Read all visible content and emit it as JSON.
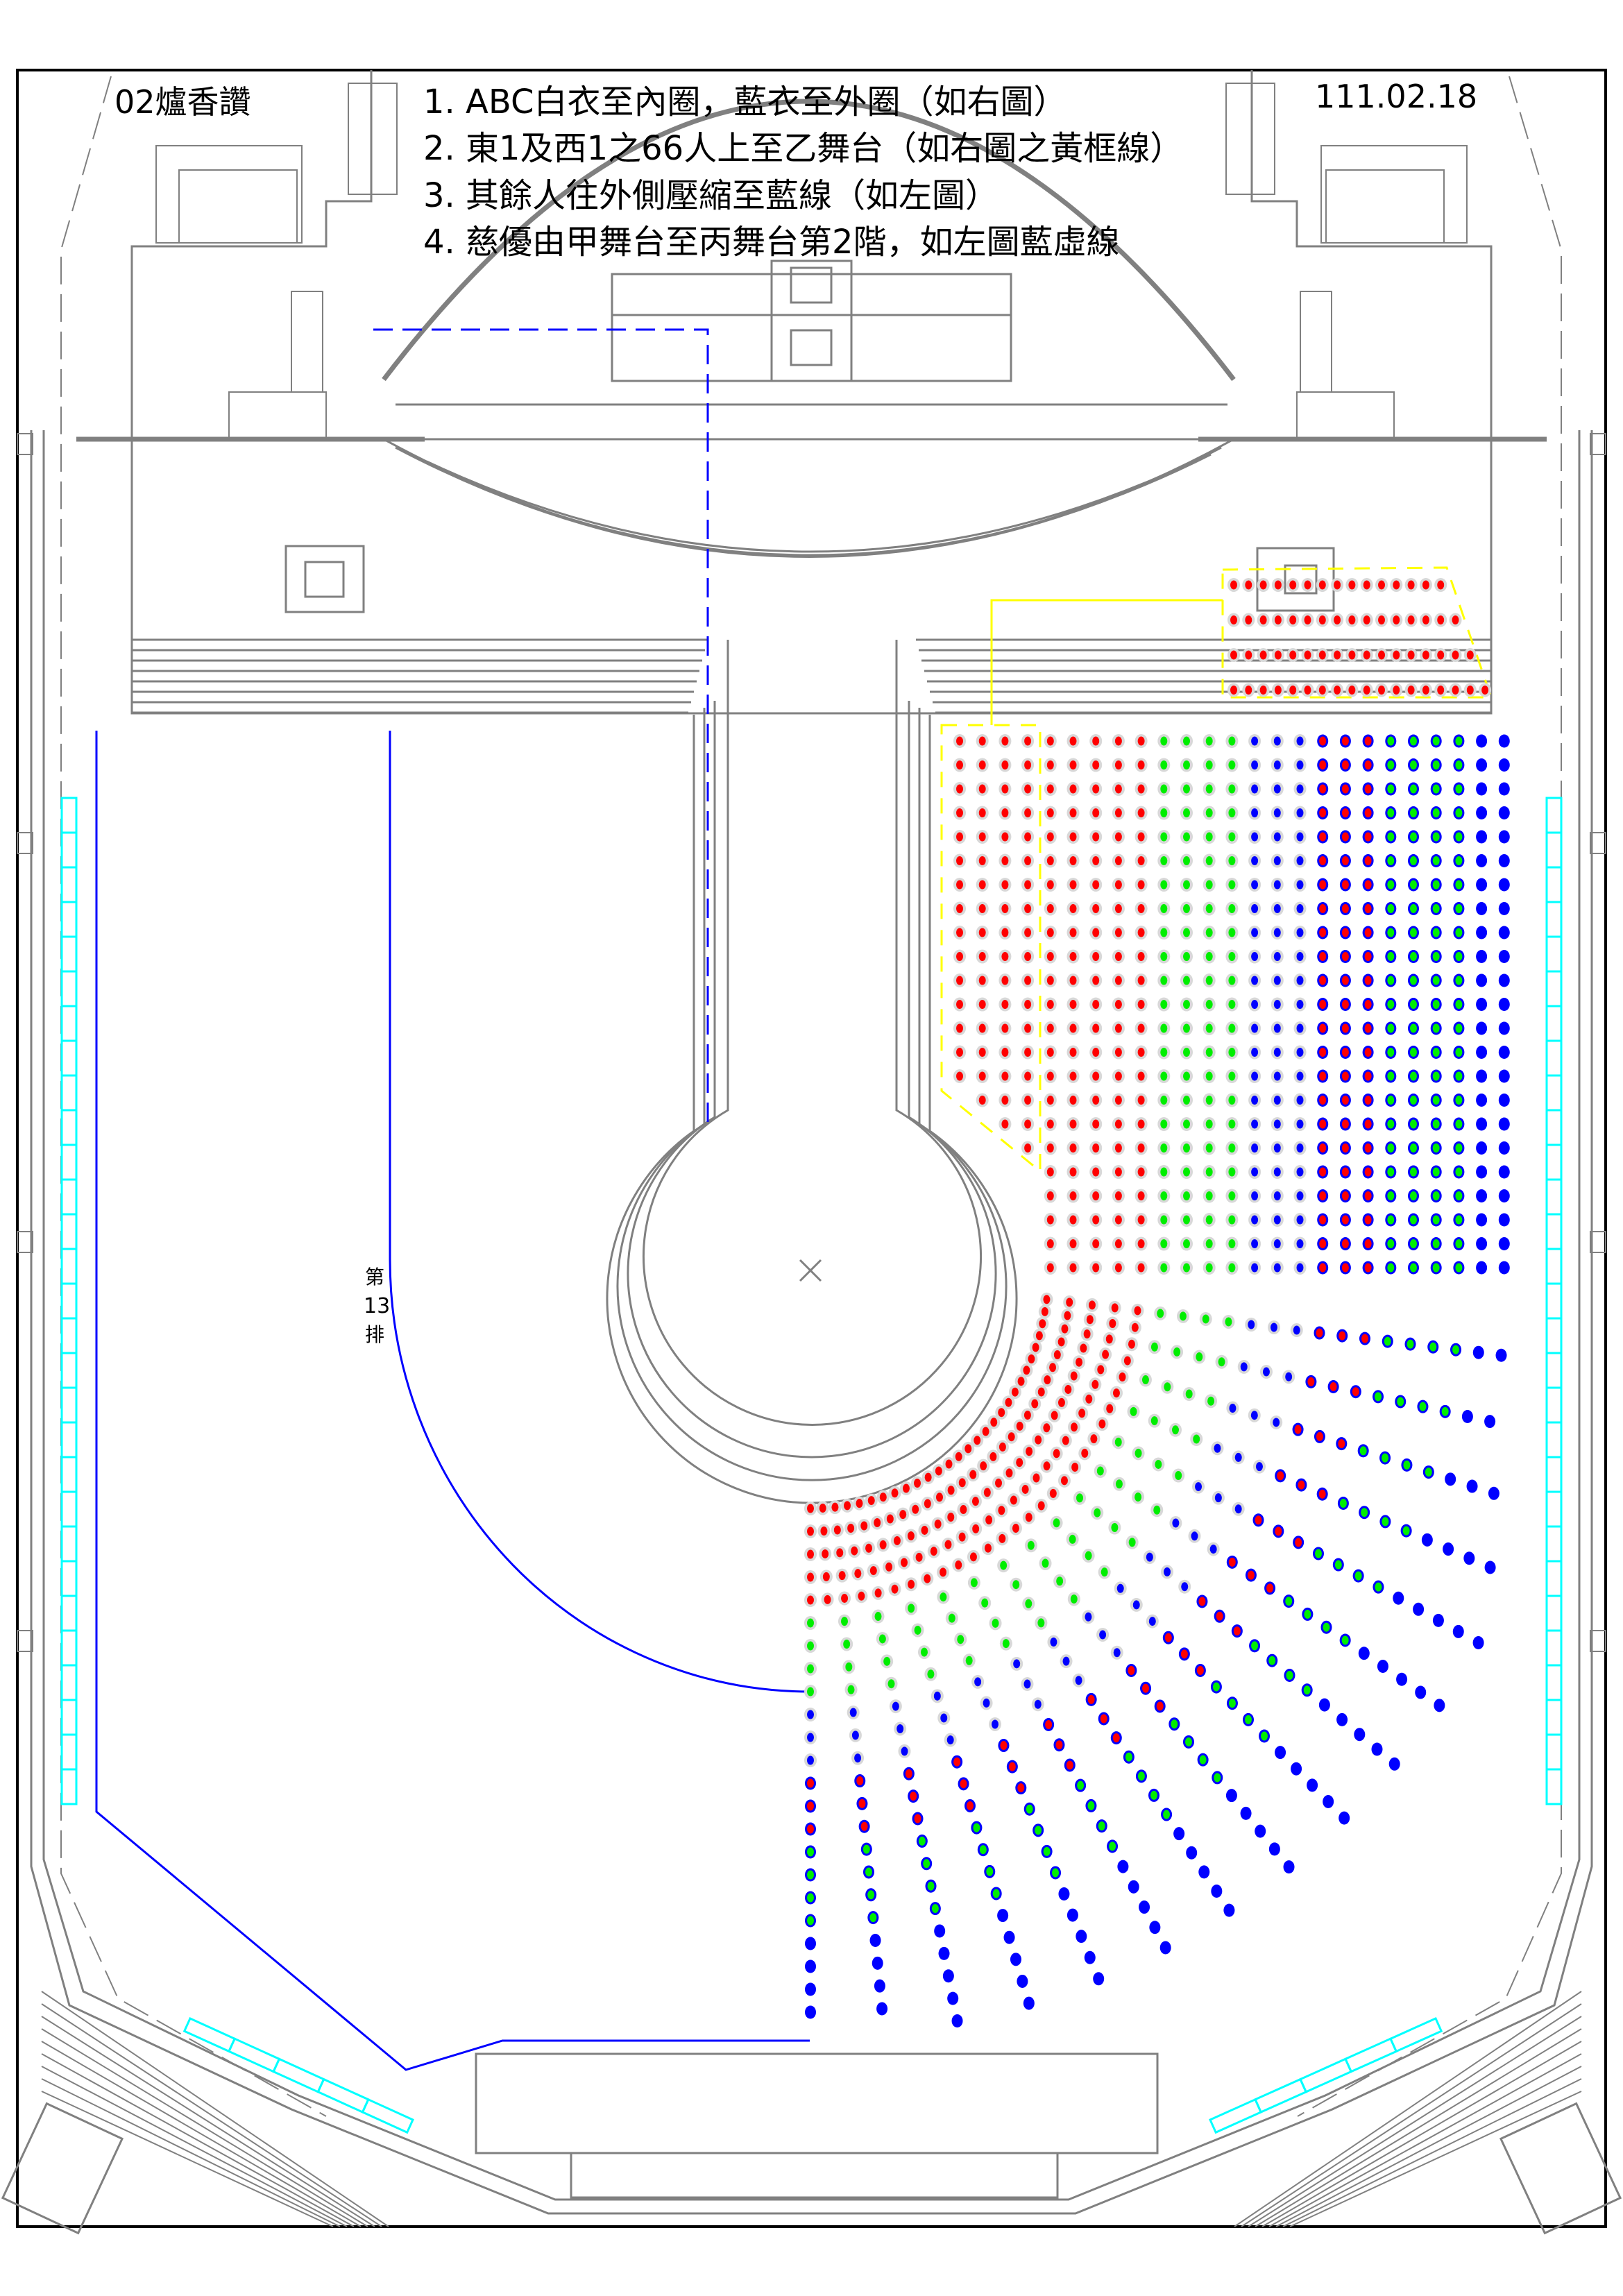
{
  "header": {
    "title": "02爐香讚",
    "date": "111.02.18",
    "instructions": [
      "1. ABC白衣至內圈，藍衣至外圈（如右圖）",
      "2. 東1及西1之66人上至乙舞台（如右圖之黃框線）",
      "3. 其餘人往外側壓縮至藍線（如左圖）",
      "4. 慈優由甲舞台至丙舞台第2階，如左圖藍虛線"
    ]
  },
  "row_label": {
    "prefix": "第",
    "number": "13",
    "suffix": "排"
  },
  "colors": {
    "white_red": "#ff0000",
    "white_green": "#00ee00",
    "white_blue": "#0000ff",
    "halo": "#d8d8d8",
    "blue_outline": "#0000ff",
    "guide_line": "#0000ff",
    "stage_b_frame": "#ffff00",
    "railing": "#00ffff",
    "structure": "#808080"
  }
}
